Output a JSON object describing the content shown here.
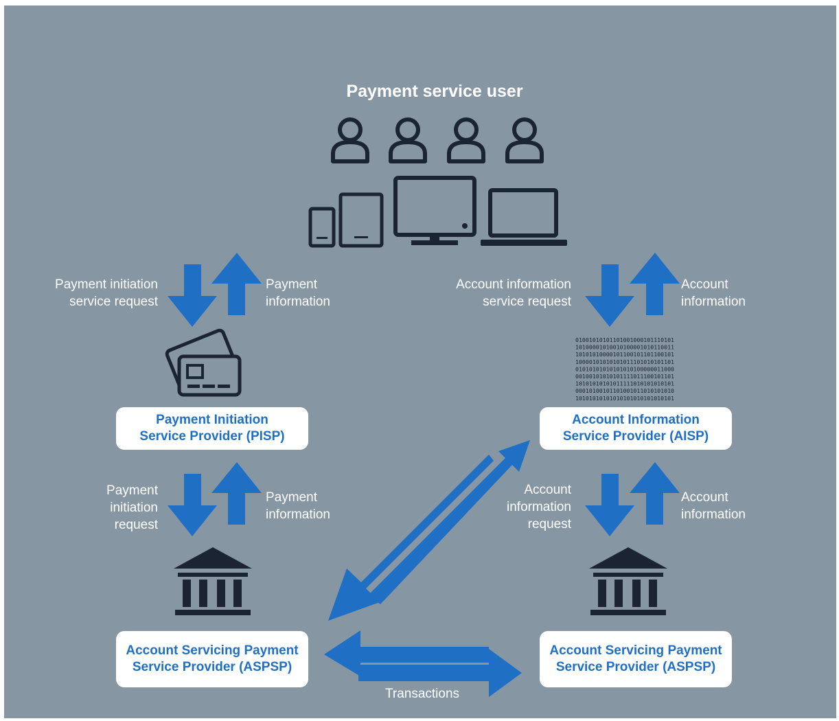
{
  "title": "Payment service user",
  "colors": {
    "background": "#8796a3",
    "arrow": "#1f6fc4",
    "icon": "#1b2433",
    "box_text": "#1f6fc4",
    "label_text": "#ffffff"
  },
  "icons": [
    "user-icon",
    "user-icon",
    "user-icon",
    "user-icon",
    "smartphone-icon",
    "tablet-icon",
    "monitor-icon",
    "laptop-icon",
    "credit-cards-icon",
    "binary-data-icon",
    "bank-icon",
    "bank-icon"
  ],
  "binary_lines": [
    "01001010101101001000101110101",
    "10100001010010100001010110011",
    "10101010000101100101101100101",
    "10000101010101011101010101101",
    "01010101010101010100000011000",
    "00100101010101111011100101101",
    "10101010101011111010101010101",
    "00010100101101001011010101010",
    "10101010101010101010101010101"
  ],
  "boxes": {
    "pisp": {
      "line1": "Payment Initiation",
      "line2": "Service Provider (PISP)"
    },
    "aisp": {
      "line1": "Account Information",
      "line2": "Service Provider (AISP)"
    },
    "aspsp_left": {
      "line1": "Account Servicing Payment",
      "line2": "Service Provider (ASPSP)"
    },
    "aspsp_right": {
      "line1": "Account Servicing Payment",
      "line2": "Service Provider (ASPSP)"
    }
  },
  "labels": {
    "pis_request": {
      "line1": "Payment initiation",
      "line2": "service request"
    },
    "payment_info_top": {
      "line1": "Payment",
      "line2": "information"
    },
    "ais_request": {
      "line1": "Account information",
      "line2": "service request"
    },
    "account_info_top": {
      "line1": "Account",
      "line2": "information"
    },
    "payment_initiation_request": {
      "line1": "Payment",
      "line2": "initiation",
      "line3": "request"
    },
    "payment_info_bottom": {
      "line1": "Payment",
      "line2": "information"
    },
    "account_information_request": {
      "line1": "Account",
      "line2": "information",
      "line3": "request"
    },
    "account_info_bottom": {
      "line1": "Account",
      "line2": "information"
    },
    "transactions": "Transactions"
  }
}
